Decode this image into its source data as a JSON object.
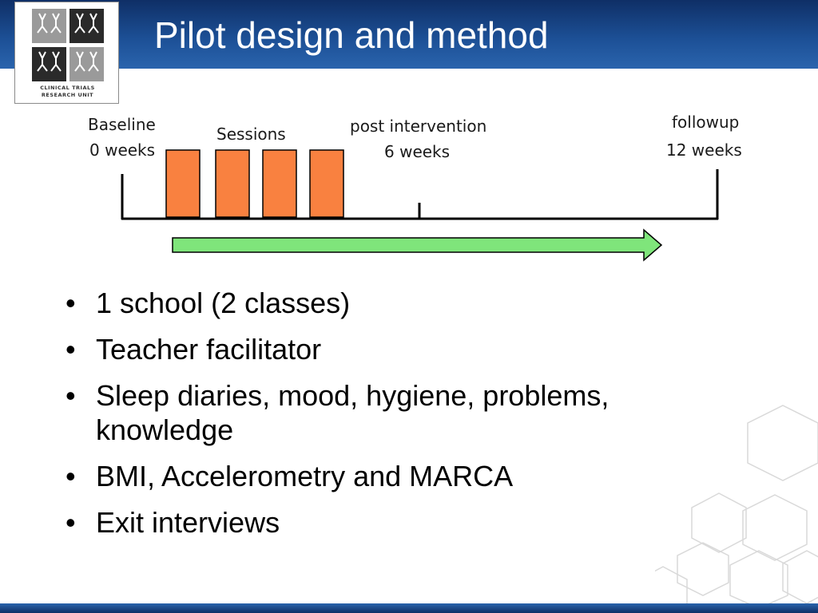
{
  "slide": {
    "title": "Pilot design and method"
  },
  "logo": {
    "line1": "CLINICAL TRIALS",
    "line2": "RESEARCH UNIT"
  },
  "timeline": {
    "baseline_label": "Baseline",
    "baseline_time": "0 weeks",
    "sessions_label": "Sessions",
    "post_label": "post intervention",
    "post_time": "6 weeks",
    "followup_label": "followup",
    "followup_time": "12 weeks",
    "session_count": 4,
    "colors": {
      "session": "#f98140",
      "arrow": "#7fe57b"
    }
  },
  "bullets": [
    "1 school (2 classes)",
    "Teacher facilitator",
    "Sleep diaries, mood, hygiene, problems, knowledge",
    "BMI, Accelerometry and MARCA",
    "Exit interviews"
  ]
}
